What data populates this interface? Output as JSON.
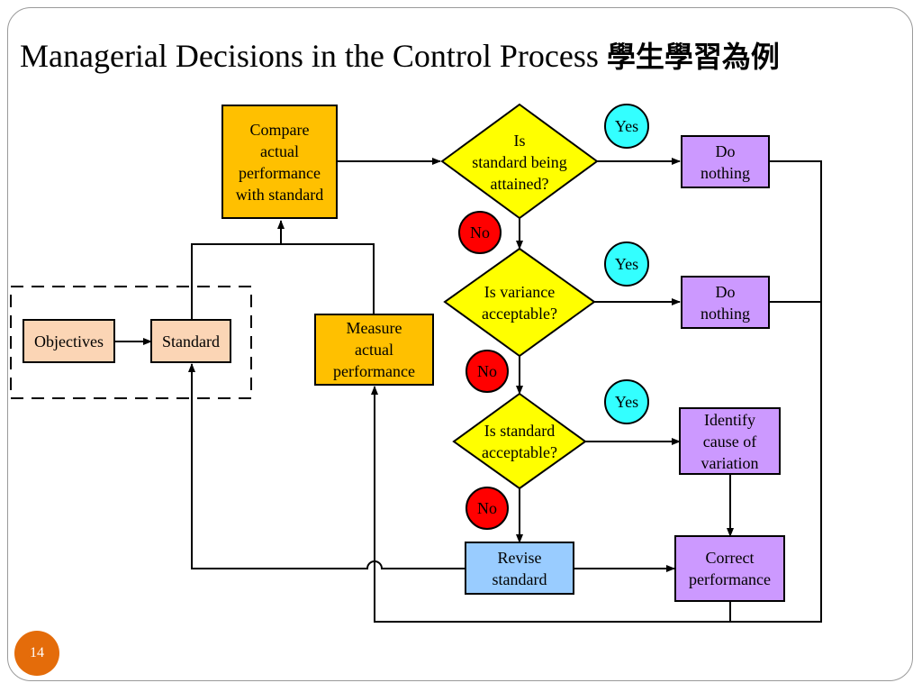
{
  "slide": {
    "title": "Managerial Decisions in the Control Process",
    "title_cjk": "學生學習為例",
    "page_number": "14"
  },
  "nodes": {
    "compare": "Compare\nactual\nperformance\nwith standard",
    "objectives": "Objectives",
    "standard": "Standard",
    "measure": "Measure\nactual\nperformance",
    "decision_attained": "Is\nstandard being\nattained?",
    "decision_variance": "Is variance\nacceptable?",
    "decision_standard": "Is standard\nacceptable?",
    "do_nothing_1": "Do\nnothing",
    "do_nothing_2": "Do\nnothing",
    "identify_cause": "Identify\ncause of\nvariation",
    "revise_standard": "Revise\nstandard",
    "correct_performance": "Correct\nperformance"
  },
  "badges": {
    "yes_1": "Yes",
    "yes_2": "Yes",
    "yes_3": "Yes",
    "no_1": "No",
    "no_2": "No",
    "no_3": "No"
  },
  "colors": {
    "orange_box": "#ffc000",
    "peach_box": "#fbd5b5",
    "diamond": "#ffff00",
    "purple_box": "#cc99ff",
    "blue_box": "#99ccff",
    "yes_badge": "#33ffff",
    "no_badge": "#ff0000",
    "page_badge": "#e46c0a"
  }
}
